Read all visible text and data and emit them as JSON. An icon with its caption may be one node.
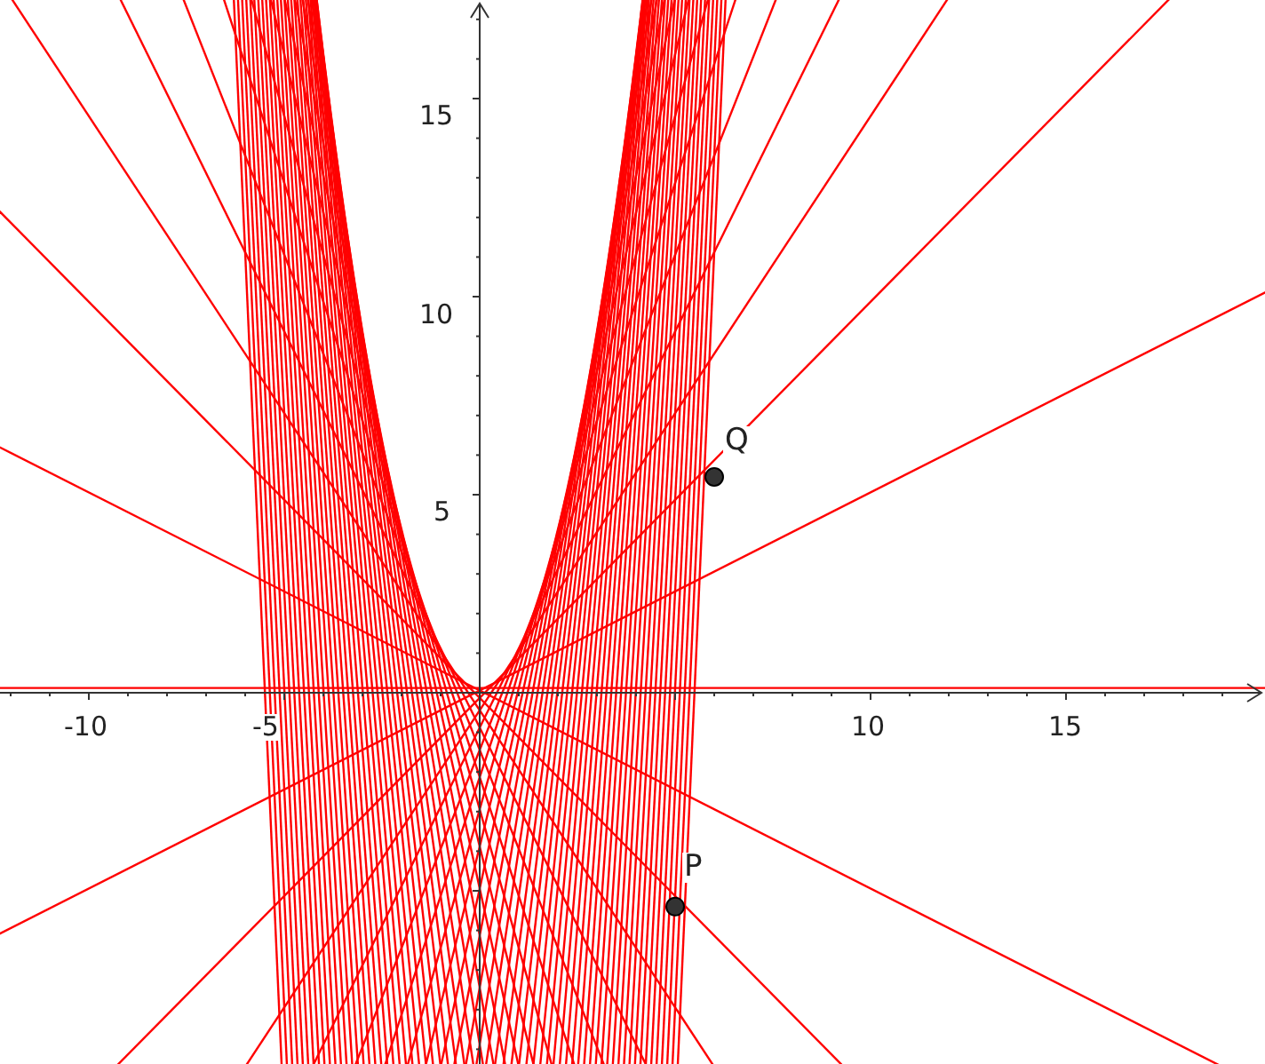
{
  "diagram": {
    "labels": [
      "15",
      "10",
      "5",
      "Q",
      "-10",
      "-5",
      "10",
      "15",
      "P"
    ]
  }
}
